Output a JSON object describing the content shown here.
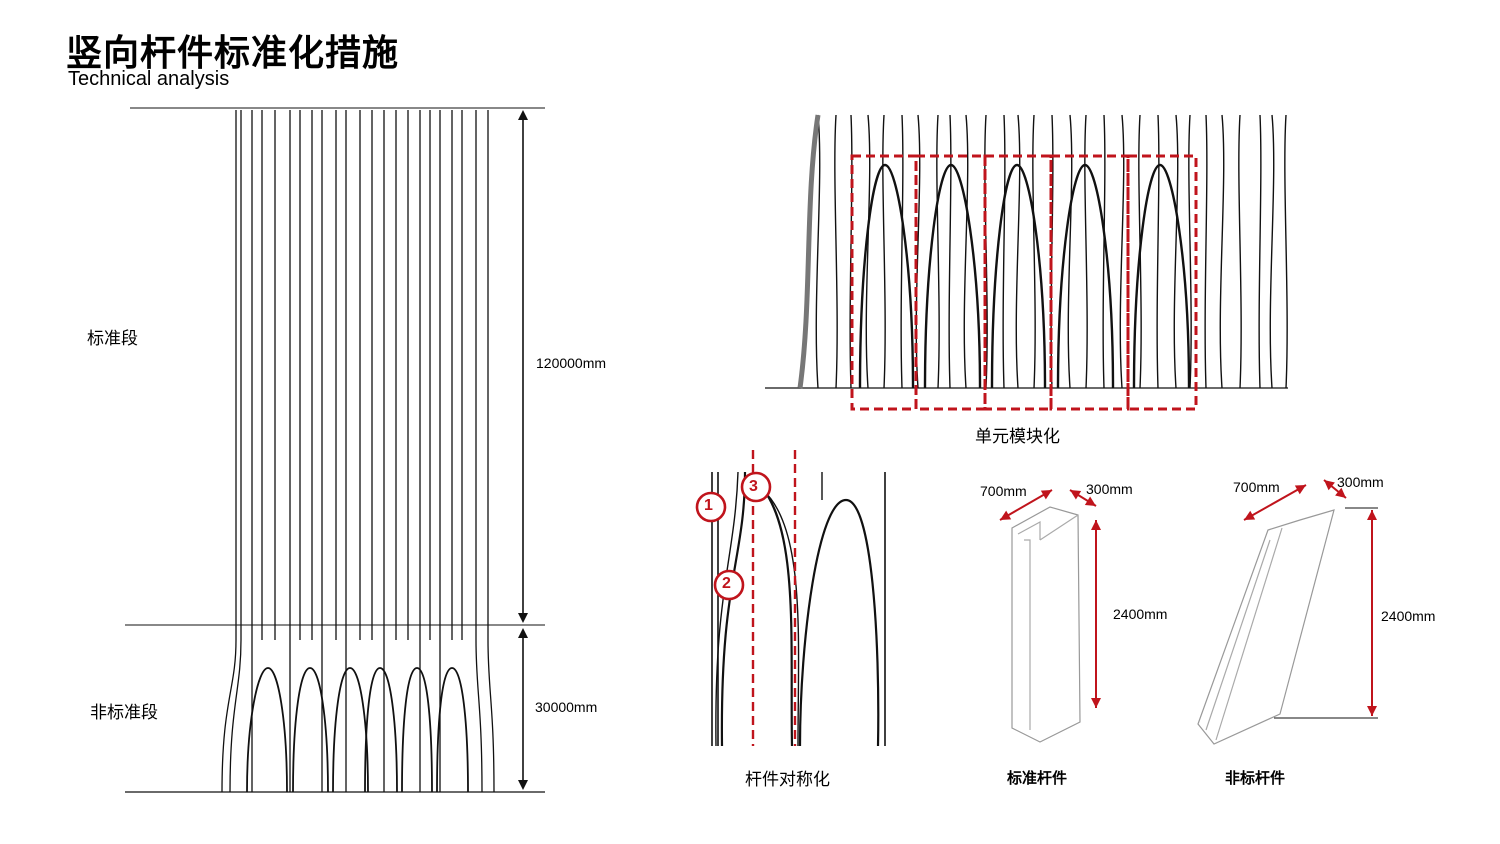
{
  "header": {
    "title": "竖向杆件标准化措施",
    "subtitle": "Technical analysis"
  },
  "left_diagram": {
    "standard_section_label": "标准段",
    "nonstandard_section_label": "非标准段",
    "standard_height": "120000mm",
    "nonstandard_height": "30000mm"
  },
  "module_diagram": {
    "caption": "单元模块化"
  },
  "symmetry_diagram": {
    "caption": "杆件对称化",
    "markers": [
      "1",
      "2",
      "3"
    ]
  },
  "standard_member": {
    "caption": "标准杆件",
    "width": "700mm",
    "depth": "300mm",
    "height": "2400mm"
  },
  "nonstandard_member": {
    "caption": "非标杆件",
    "width": "700mm",
    "depth": "300mm",
    "height": "2400mm"
  },
  "colors": {
    "accent": "#c0141c",
    "line": "#111111"
  }
}
